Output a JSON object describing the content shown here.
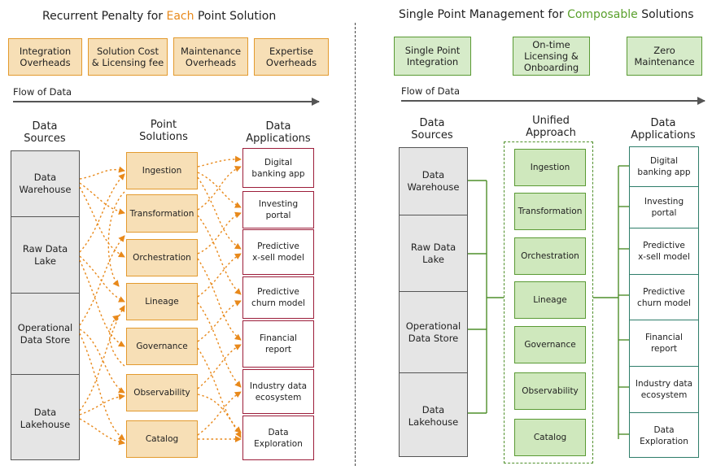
{
  "left": {
    "title_prefix": "Recurrent Penalty for ",
    "title_highlight": "Each",
    "title_suffix": " Point Solution",
    "cost_boxes": [
      "Integration\nOverheads",
      "Solution Cost\n& Licensing fee",
      "Maintenance\nOverheads",
      "Expertise\nOverheads"
    ],
    "flow_label": "Flow of Data",
    "sources_header": "Data\nSources",
    "solutions_header": "Point\nSolutions",
    "apps_header": "Data\nApplications"
  },
  "right": {
    "title_prefix": "Single Point Management for ",
    "title_highlight": "Composable",
    "title_suffix": " Solutions",
    "cost_boxes": [
      "Single Point\nIntegration",
      "On-time\nLicensing &\nOnboarding",
      "Zero\nMaintenance"
    ],
    "flow_label": "Flow of Data",
    "sources_header": "Data\nSources",
    "solutions_header": "Unified\nApproach",
    "apps_header": "Data\nApplications"
  },
  "sources": [
    "Data\nWarehouse",
    "Raw Data\nLake",
    "Operational\nData Store",
    "Data\nLakehouse"
  ],
  "solutions": [
    "Ingestion",
    "Transformation",
    "Orchestration",
    "Lineage",
    "Governance",
    "Observability",
    "Catalog"
  ],
  "applications": [
    "Digital\nbanking app",
    "Investing\nportal",
    "Predictive\nx-sell model",
    "Predictive\nchurn model",
    "Financial\nreport",
    "Industry data\necosystem",
    "Data\nExploration"
  ],
  "colors": {
    "orange_fill": "#f7dfb6",
    "orange_border": "#e39a2e",
    "green_fill": "#d6ebc9",
    "green_border": "#5a9a34",
    "app_red": "#9c1d3a",
    "app_teal": "#2e7d6a"
  }
}
